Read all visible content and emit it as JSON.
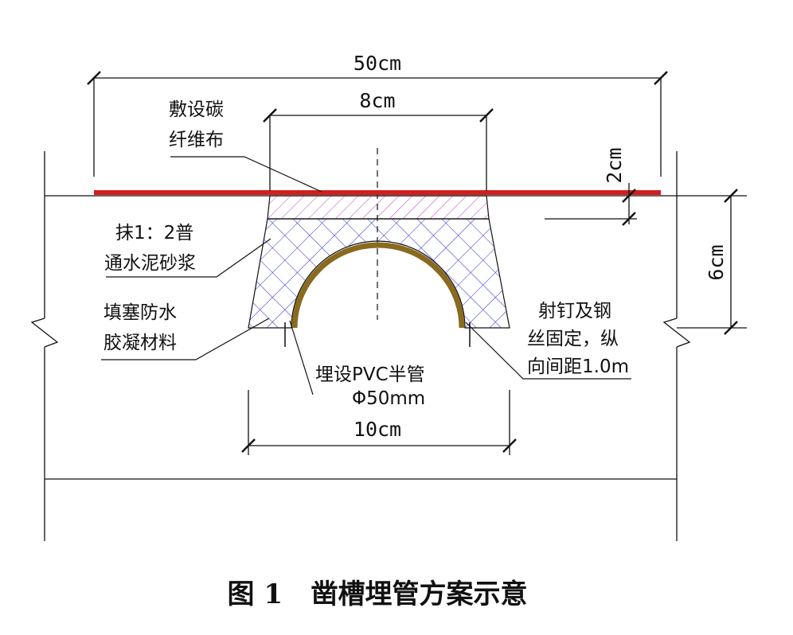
{
  "dimensions": {
    "overall_width": "50cm",
    "top_width": "8cm",
    "bottom_width": "10cm",
    "layer_depth": "2cm",
    "groove_depth": "6cm"
  },
  "callouts": {
    "carbon_fiber": [
      "敷设碳",
      "纤维布"
    ],
    "mortar": [
      "抹1：2普",
      "通水泥砂浆"
    ],
    "filler": [
      "填塞防水",
      "胶凝材料"
    ],
    "pipe": [
      "埋设PVC半管",
      "Φ50mm"
    ],
    "fixing": [
      "射钉及钢",
      "丝固定，纵",
      "向间距1.0m"
    ]
  },
  "caption": "图 1   凿槽埋管方案示意",
  "colors": {
    "carbon_fiber": "#d11f1f",
    "pipe": "#8a6a1e",
    "mortar_hatch": "#c040c0",
    "filler_hatch": "#2a2ad0"
  }
}
